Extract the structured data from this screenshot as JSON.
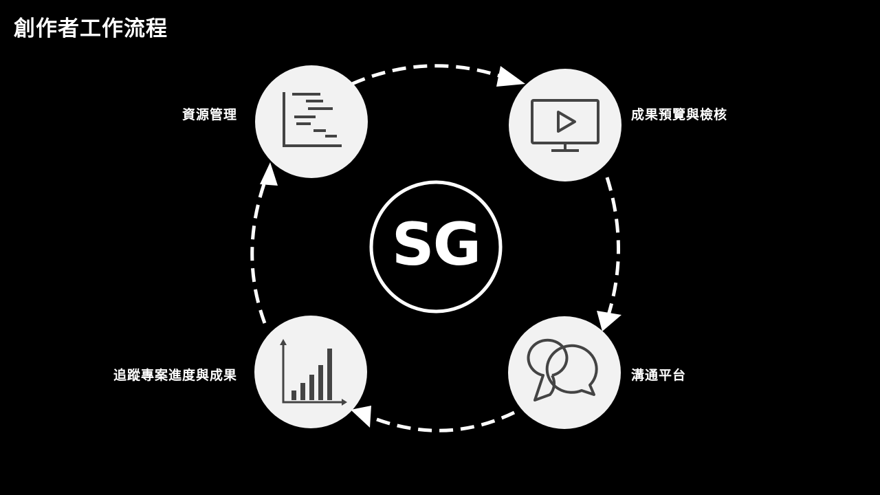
{
  "title": "創作者工作流程",
  "logo": {
    "text": "SG"
  },
  "nodes": [
    {
      "id": "resource",
      "label": "資源管理",
      "icon": "gantt-chart-icon"
    },
    {
      "id": "preview",
      "label": "成果預覽與檢核",
      "icon": "monitor-play-icon"
    },
    {
      "id": "comm",
      "label": "溝通平台",
      "icon": "chat-bubbles-icon"
    },
    {
      "id": "track",
      "label": "追蹤專案進度與成果",
      "icon": "bar-chart-icon"
    }
  ],
  "colors": {
    "background": "#000000",
    "node_fill": "#f2f2f2",
    "icon_stroke": "#444444",
    "line": "#ffffff"
  }
}
